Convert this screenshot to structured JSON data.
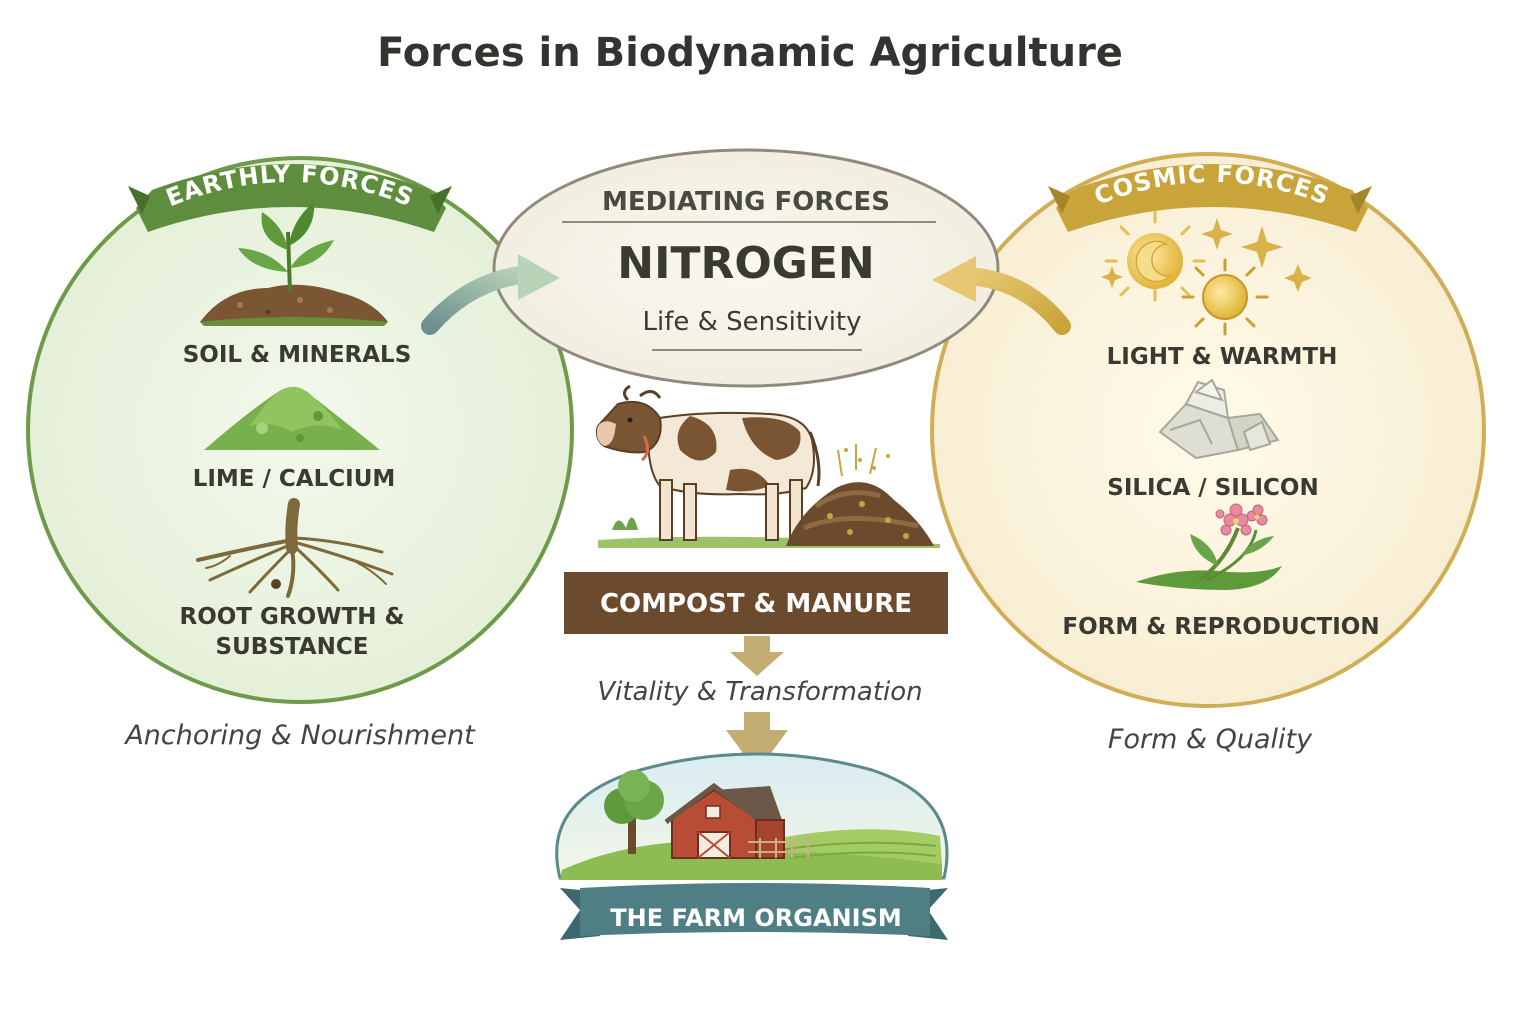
{
  "title": "Forces in Biodynamic Agriculture",
  "earthly": {
    "banner": "EARTHLY FORCES",
    "items": [
      "SOIL & MINERALS",
      "LIME / CALCIUM",
      "ROOT GROWTH &",
      "SUBSTANCE"
    ],
    "caption": "Anchoring & Nourishment",
    "color": "#5f8d3e"
  },
  "mediating": {
    "header": "MEDIATING FORCES",
    "title": "NITROGEN",
    "subtitle": "Life & Sensitivity"
  },
  "cosmic": {
    "banner": "COSMIC FORCES",
    "items": [
      "LIGHT & WARMTH",
      "SILICA / SILICON",
      "FORM & REPRODUCTION"
    ],
    "caption": "Form & Quality",
    "color": "#c9a43a"
  },
  "compost": {
    "label": "COMPOST & MANURE",
    "caption": "Vitality & Transformation",
    "color": "#6b4a2e"
  },
  "farm": {
    "label": "THE FARM ORGANISM",
    "color": "#4f7f85"
  },
  "icons": [
    "seedling-soil-icon",
    "lime-mound-icon",
    "roots-icon",
    "sun-moon-stars-icon",
    "silica-crystal-icon",
    "flowering-plant-icon",
    "cow-icon",
    "manure-pile-icon",
    "farm-landscape-icon"
  ]
}
